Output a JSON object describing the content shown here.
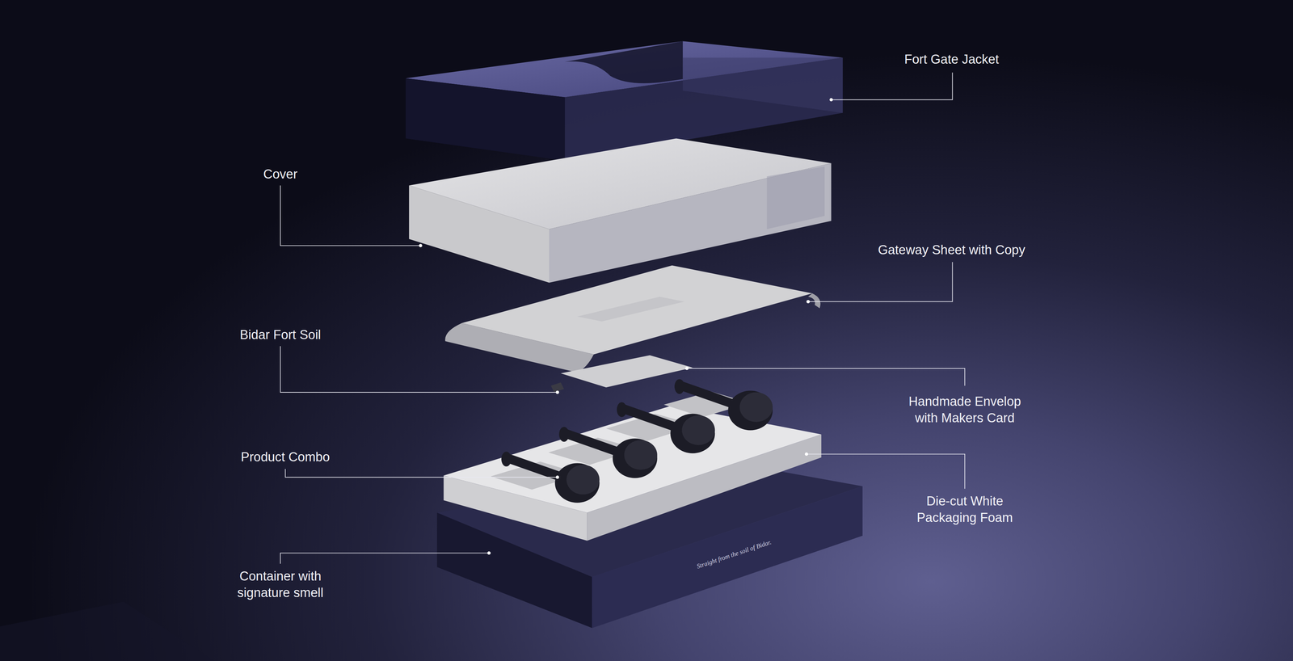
{
  "diagram": {
    "labels": [
      "Fort Gate Jacket",
      "Cover",
      "Gateway Sheet with Copy",
      "Bidar Fort Soil",
      "Handmade Envelop with Makers Card",
      "Product Combo",
      "Die-cut White Packaging Foam",
      "Container with signature smell",
      "Straight from the soil of Bidar."
    ]
  }
}
